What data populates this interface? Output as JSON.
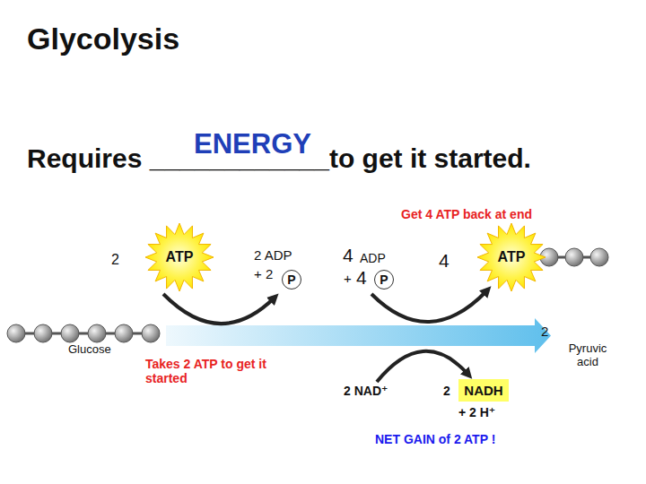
{
  "diagram": {
    "title": "Glycolysis",
    "nodes": [
      {
        "text": [
          "ATP"
        ]
      },
      {
        "text": [
          "P"
        ]
      },
      {
        "text": [
          "P"
        ]
      },
      {
        "text": [
          "ATP"
        ]
      },
      {
        "text": [
          "NADH"
        ]
      }
    ],
    "labels": [
      "Requires ____________to get it started.",
      "ENERGY",
      "Get 4 ATP back at end",
      "2",
      "2 ADP",
      "+ 2",
      "4",
      "ADP",
      "+",
      "4",
      "4",
      "Glucose",
      "Takes 2 ATP to get it started",
      "2",
      "Pyruvic acid",
      "2 NAD⁺",
      "2",
      "+ 2 H⁺",
      "NET GAIN of 2 ATP !"
    ]
  }
}
